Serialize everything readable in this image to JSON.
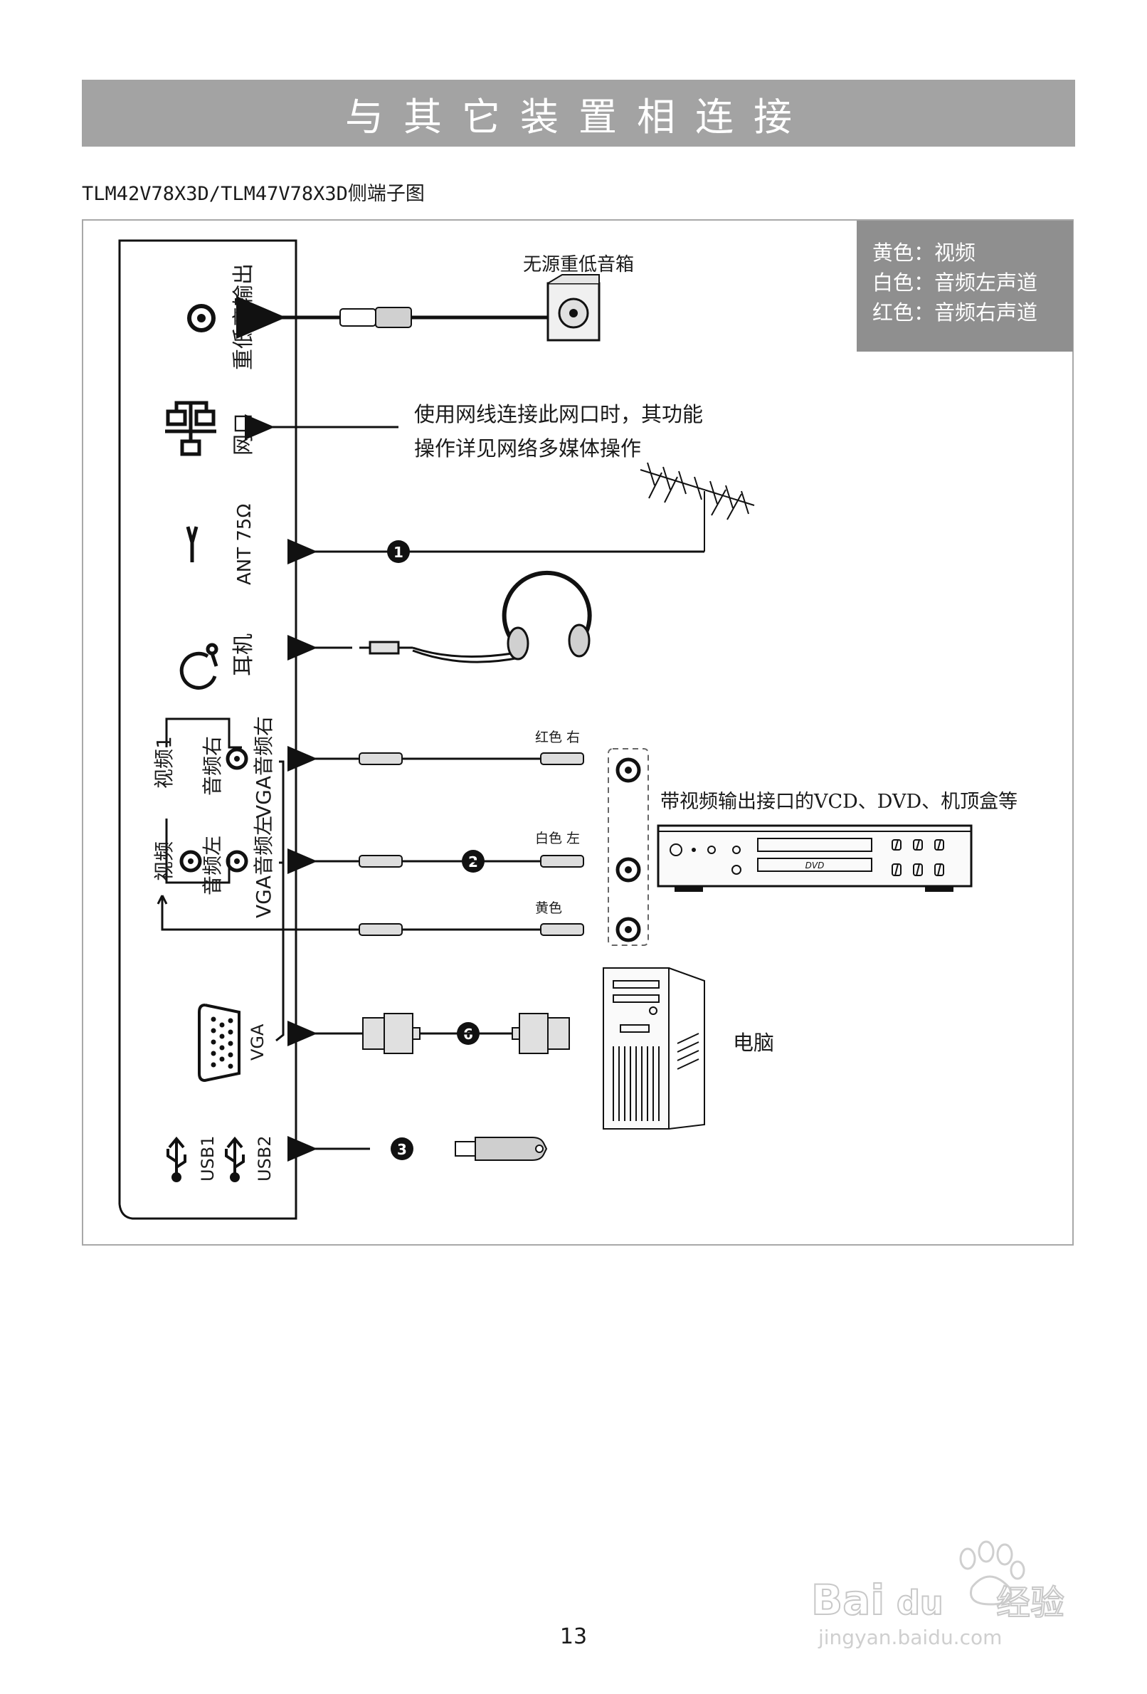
{
  "header": {
    "title": "与其它装置相连接"
  },
  "subtitle": "TLM42V78X3D/TLM47V78X3D侧端子图",
  "legend": {
    "yellow": "黄色：视频",
    "white": "白色：音频左声道",
    "red": "红色：音频右声道"
  },
  "panel": {
    "subwoofer_out": "重低音输出",
    "network_port": "网口",
    "antenna": "ANT 75Ω",
    "headphone": "耳机",
    "video1": "视频1",
    "audio_right": "音频右",
    "vga_audio_right": "VGA音频右",
    "video": "视频",
    "audio_left": "音频左",
    "vga_audio_left": "VGA音频左",
    "vga": "VGA",
    "usb1": "USB1",
    "usb2": "USB2"
  },
  "devices": {
    "passive_subwoofer": "无源重低音箱",
    "network_note_line1": "使用网线连接此网口时，其功能",
    "network_note_line2": "操作详见网络多媒体操作",
    "av_player": "带视频输出接口的VCD、DVD、机顶盒等",
    "computer": "电脑",
    "dvd_logo": "DVD"
  },
  "cables": {
    "red_right": "红色 右",
    "white_left": "白色 左",
    "yellow": "黄色"
  },
  "steps": [
    "1",
    "2",
    "6",
    "3"
  ],
  "page_number": "13",
  "watermark": {
    "brand": "Bai",
    "brand2": "du",
    "cn": "经验",
    "url": "jingyan.baidu.com"
  }
}
